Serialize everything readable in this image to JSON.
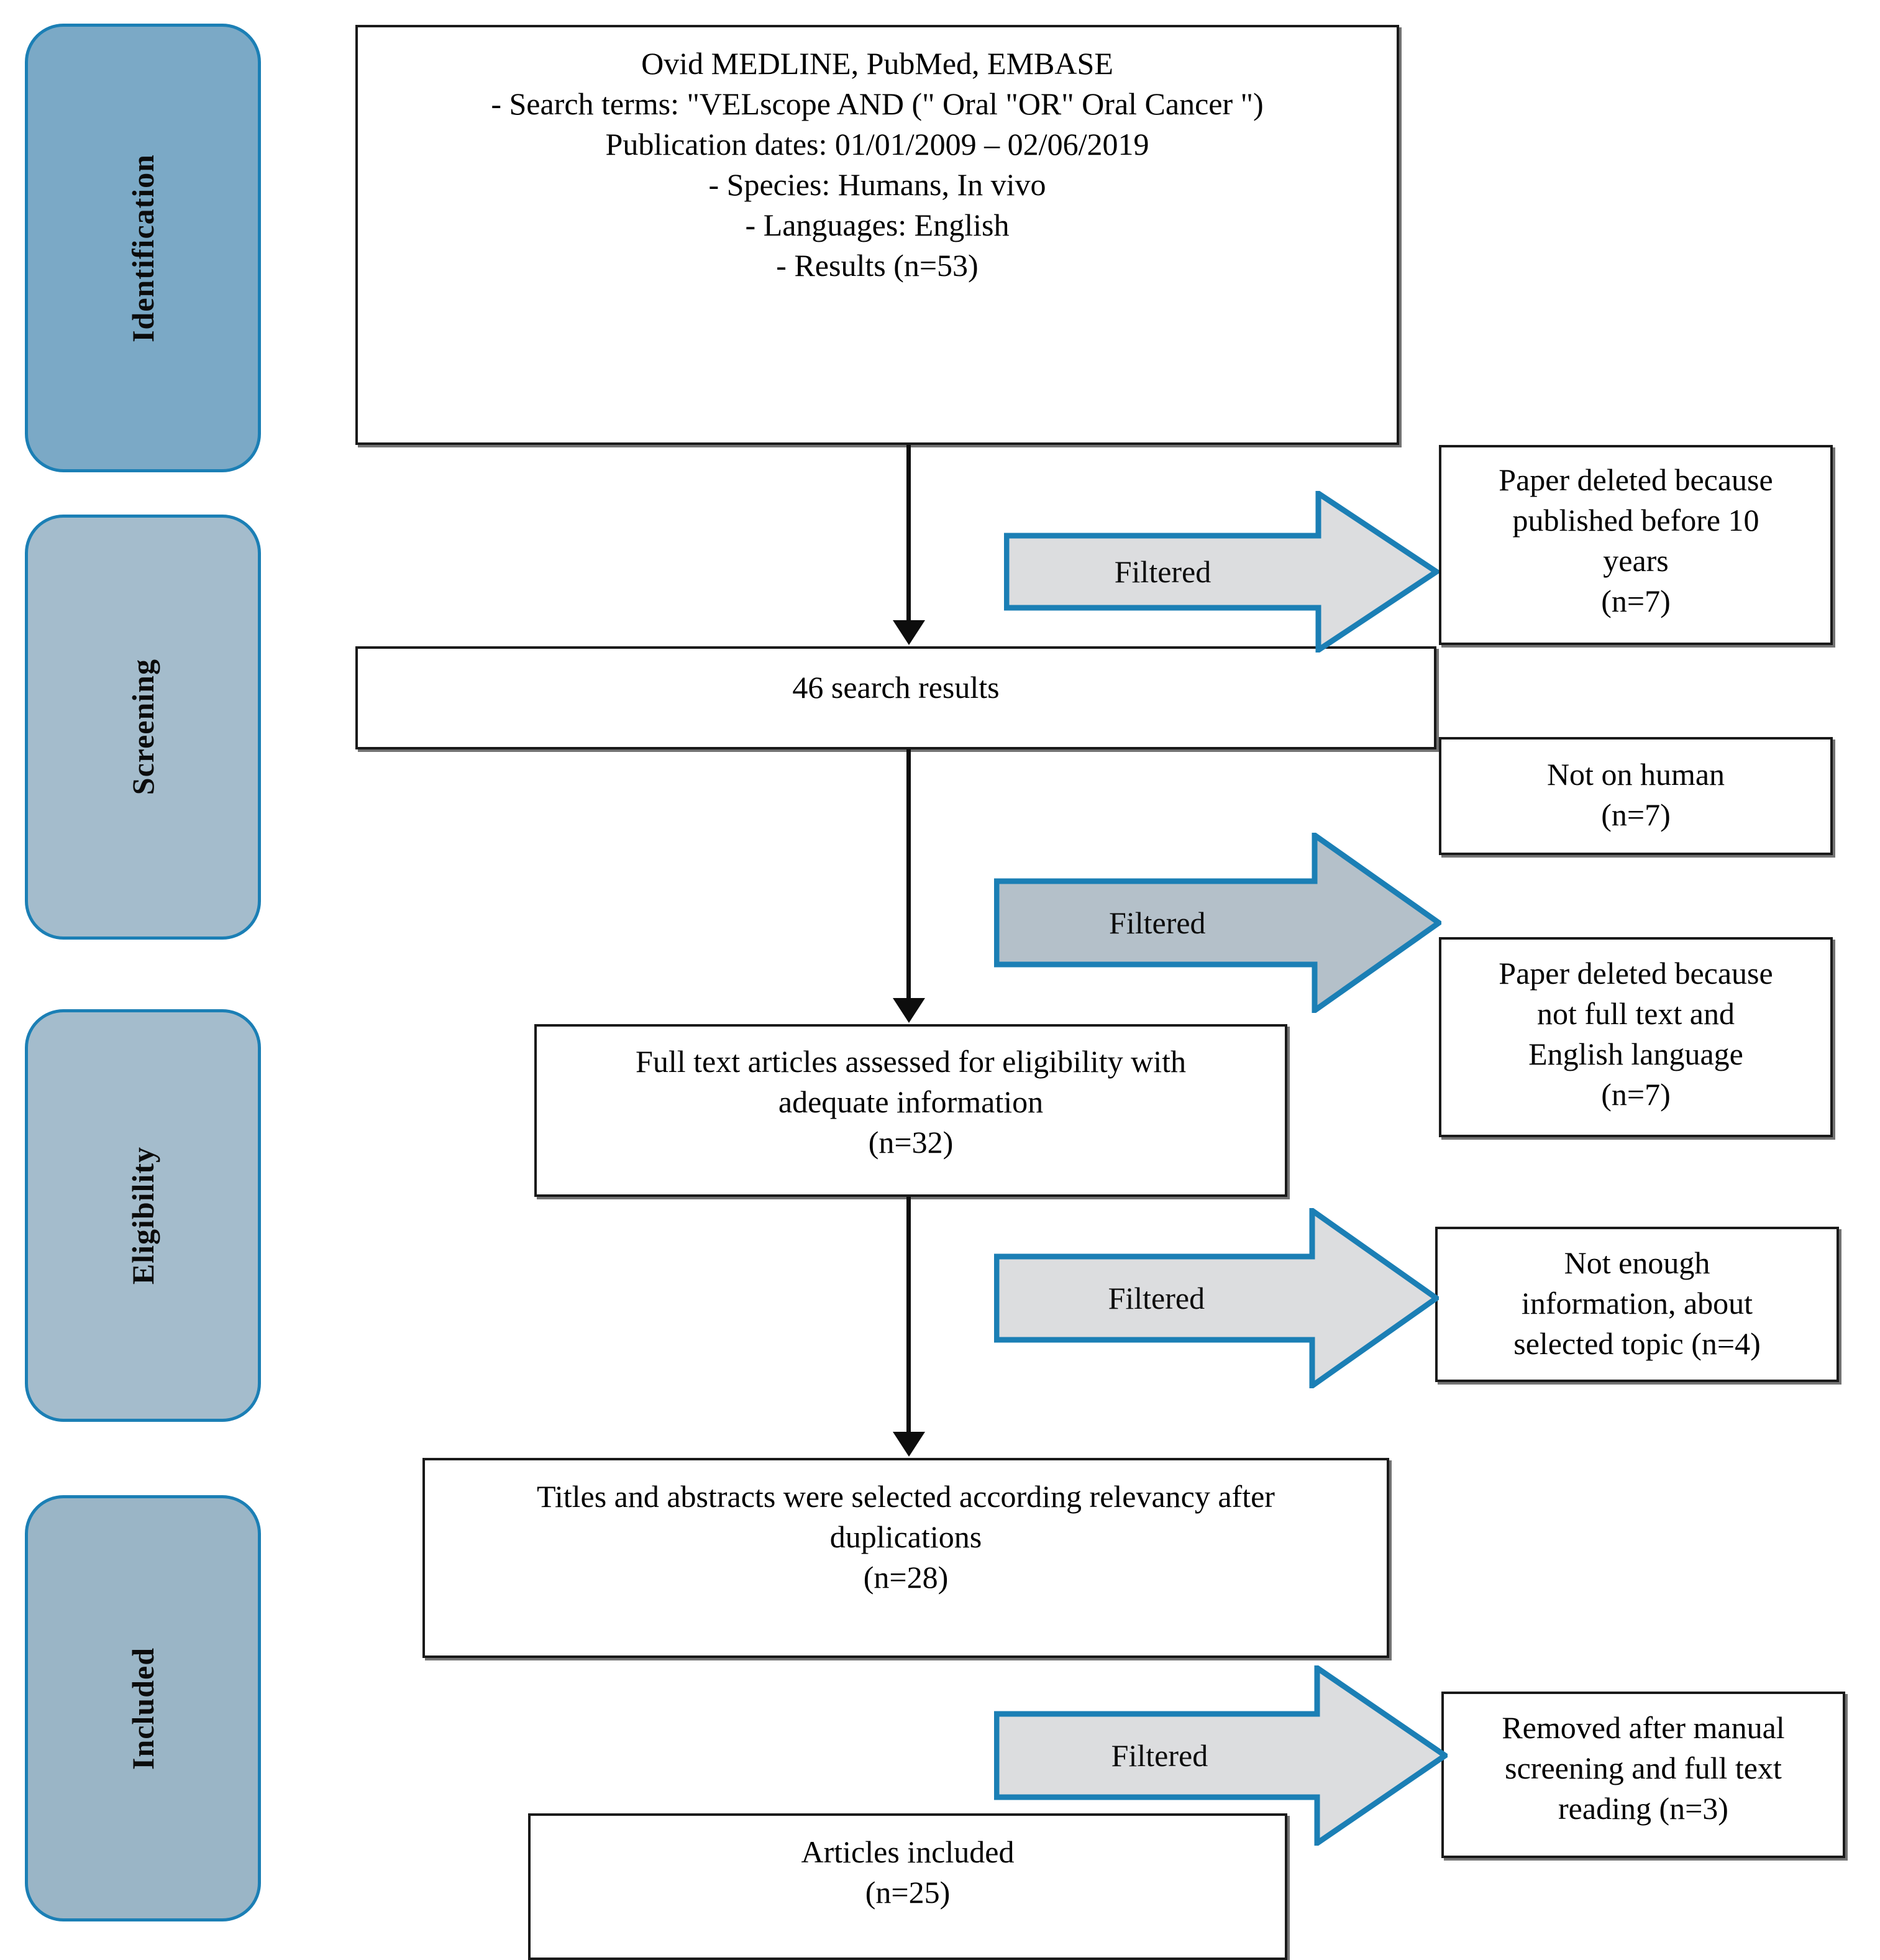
{
  "diagram": {
    "title": "PRISMA flow diagram of literature search and selection",
    "colors": {
      "phase_border": "#1b7fb5",
      "phase_fill_identification": "#7ba9c6",
      "phase_fill_screening": "#a4bccc",
      "phase_fill_eligibility": "#a4bccc",
      "phase_fill_included": "#9ab5c6",
      "box_border": "#1a1a1a",
      "box_fill": "#ffffff",
      "arrow_outline": "#1b7fb5",
      "arrow_fill_light": "#dcdddf",
      "arrow_fill_dark": "#b4c0c9",
      "connector": "#0d0d0d"
    }
  },
  "phases": [
    {
      "id": "identification",
      "label": "Identification"
    },
    {
      "id": "screening",
      "label": "Screening"
    },
    {
      "id": "eligibility",
      "label": "Eligibility"
    },
    {
      "id": "included",
      "label": "Included"
    }
  ],
  "boxes": {
    "search_sources": {
      "lines": [
        "Ovid MEDLINE, PubMed, EMBASE",
        "- Search terms: \"VELscope AND (\" Oral \"OR\" Oral Cancer \")",
        "Publication dates: 01/01/2009 – 02/06/2019",
        "- Species: Humans, In vivo",
        "- Languages: English",
        "- Results (n=53)"
      ]
    },
    "search_results": {
      "lines": [
        "46 search results"
      ]
    },
    "full_text_assessed": {
      "lines": [
        "Full text articles assessed for eligibility with",
        "adequate information",
        "(n=32)"
      ]
    },
    "titles_abstracts": {
      "lines": [
        "Titles and abstracts were selected according relevancy after",
        "duplications",
        "(n=28)"
      ]
    },
    "articles_included": {
      "lines": [
        "Articles included",
        "(n=25)"
      ]
    },
    "excluded_before_10_years": {
      "lines": [
        "Paper deleted because",
        "published before 10",
        "years",
        "(n=7)"
      ]
    },
    "excluded_not_human": {
      "lines": [
        "Not on human",
        "(n=7)"
      ]
    },
    "excluded_not_full_text": {
      "lines": [
        "Paper deleted because",
        "not full text and",
        "English language",
        "(n=7)"
      ]
    },
    "excluded_not_enough_info": {
      "lines": [
        "Not enough",
        "information, about",
        "selected topic (n=4)"
      ]
    },
    "excluded_manual_screening": {
      "lines": [
        "Removed after manual",
        "screening and full text",
        "reading (n=3)"
      ]
    }
  },
  "filter_arrows": [
    {
      "id": "filter-1",
      "label": "Filtered",
      "shade": "light"
    },
    {
      "id": "filter-2",
      "label": "Filtered",
      "shade": "dark"
    },
    {
      "id": "filter-3",
      "label": "Filtered",
      "shade": "light"
    },
    {
      "id": "filter-4",
      "label": "Filtered",
      "shade": "light"
    }
  ],
  "chart_data": {
    "type": "diagram",
    "title": "PRISMA study selection flow",
    "stages": [
      {
        "phase": "Identification",
        "label": "Ovid MEDLINE, PubMed, EMBASE results",
        "n": 53
      },
      {
        "phase": "Screening",
        "label": "46 search results",
        "n": 46
      },
      {
        "phase": "Eligibility",
        "label": "Full text articles assessed for eligibility with adequate information",
        "n": 32
      },
      {
        "phase": "Eligibility",
        "label": "Titles and abstracts were selected according relevancy after duplications",
        "n": 28
      },
      {
        "phase": "Included",
        "label": "Articles included",
        "n": 25
      }
    ],
    "exclusions": [
      {
        "reason": "Paper deleted because published before 10 years",
        "n": 7
      },
      {
        "reason": "Not on human",
        "n": 7
      },
      {
        "reason": "Paper deleted because not full text and English language",
        "n": 7
      },
      {
        "reason": "Not enough information, about selected topic",
        "n": 4
      },
      {
        "reason": "Removed after manual screening and full text reading",
        "n": 3
      }
    ]
  }
}
